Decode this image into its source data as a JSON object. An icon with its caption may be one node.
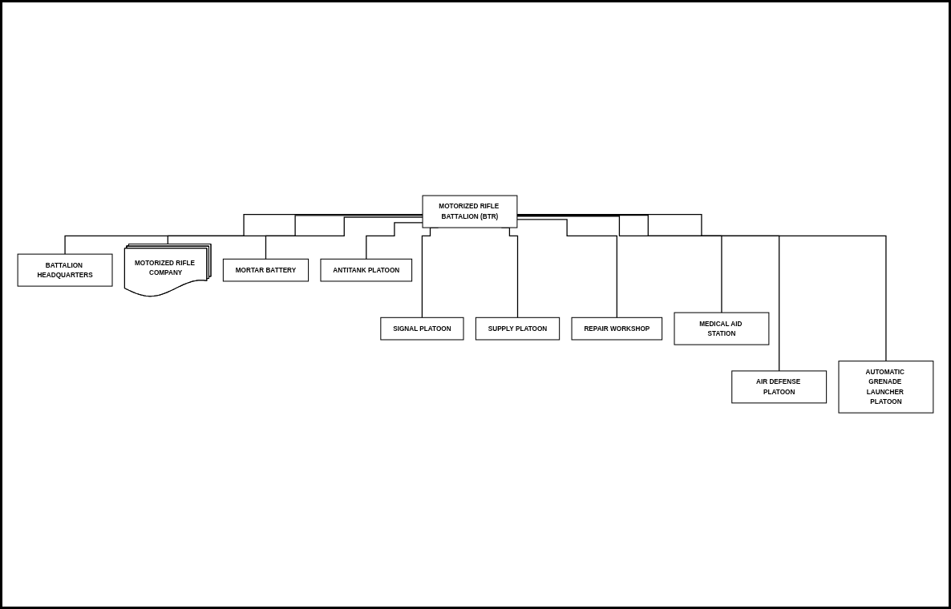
{
  "diagram": {
    "nodes": [
      {
        "text": [
          "MOTORIZED RIFLE BATTALION (BTR)"
        ]
      },
      {
        "text": [
          "BATTALION HEADQUARTERS"
        ]
      },
      {
        "text": [
          "MOTORIZED RIFLE COMPANY"
        ]
      },
      {
        "text": [
          "MORTAR BATTERY"
        ]
      },
      {
        "text": [
          "ANTITANK PLATOON"
        ]
      },
      {
        "text": [
          "SIGNAL PLATOON"
        ]
      },
      {
        "text": [
          "SUPPLY PLATOON"
        ]
      },
      {
        "text": [
          "REPAIR WORKSHOP"
        ]
      },
      {
        "text": [
          "MEDICAL AID STATION"
        ]
      },
      {
        "text": [
          "AIR DEFENSE PLATOON"
        ]
      },
      {
        "text": [
          "AUTOMATIC GRENADE LAUNCHER PLATOON"
        ]
      }
    ],
    "edges": [
      {
        "from": 0,
        "to": 1,
        "arrow": "none"
      },
      {
        "from": 0,
        "to": 2,
        "arrow": "none"
      },
      {
        "from": 0,
        "to": 3,
        "arrow": "none"
      },
      {
        "from": 0,
        "to": 4,
        "arrow": "none"
      },
      {
        "from": 0,
        "to": 5,
        "arrow": "none"
      },
      {
        "from": 0,
        "to": 6,
        "arrow": "none"
      },
      {
        "from": 0,
        "to": 7,
        "arrow": "none"
      },
      {
        "from": 0,
        "to": 8,
        "arrow": "none"
      },
      {
        "from": 0,
        "to": 9,
        "arrow": "none"
      },
      {
        "from": 0,
        "to": 10,
        "arrow": "none"
      }
    ]
  }
}
